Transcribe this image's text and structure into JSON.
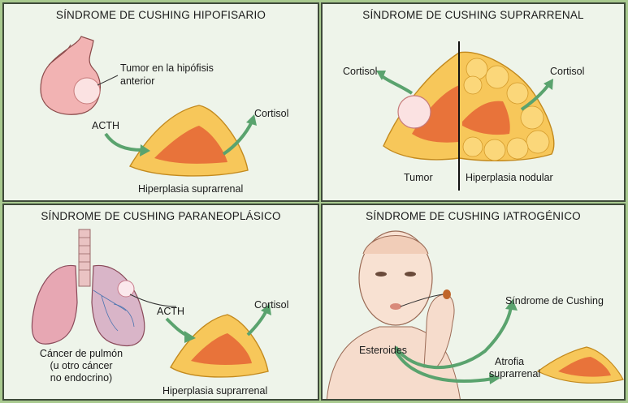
{
  "panels": {
    "pituitary": {
      "title": "SÍNDROME DE CUSHING HIPOFISARIO",
      "tumor_label_1": "Tumor en la hipófisis",
      "tumor_label_2": "anterior",
      "acth": "ACTH",
      "cortisol": "Cortisol",
      "gland_label": "Hiperplasia suprarrenal"
    },
    "adrenal": {
      "title": "SÍNDROME DE CUSHING SUPRARRENAL",
      "cortisol_left": "Cortisol",
      "cortisol_right": "Cortisol",
      "tumor": "Tumor",
      "nodular": "Hiperplasia nodular"
    },
    "paraneoplastic": {
      "title": "SÍNDROME DE CUSHING PARANEOPLÁSICO",
      "acth": "ACTH",
      "cortisol": "Cortisol",
      "cancer_1": "Cáncer de pulmón",
      "cancer_2": "(u otro cáncer",
      "cancer_3": "no endocrino)",
      "gland_label": "Hiperplasia suprarrenal"
    },
    "iatrogenic": {
      "title": "SÍNDROME DE CUSHING IATROGÉNICO",
      "cushing": "Síndrome de Cushing",
      "steroids": "Esteroides",
      "atrophy_1": "Atrofia",
      "atrophy_2": "suprarrenal"
    }
  },
  "colors": {
    "background": "#a8c98f",
    "panel": "#eef4ea",
    "gland": "#f7c75a",
    "gland_core": "#e8733a",
    "arrow": "#5aa36e",
    "tissue_pink": "#f2b3b3"
  }
}
